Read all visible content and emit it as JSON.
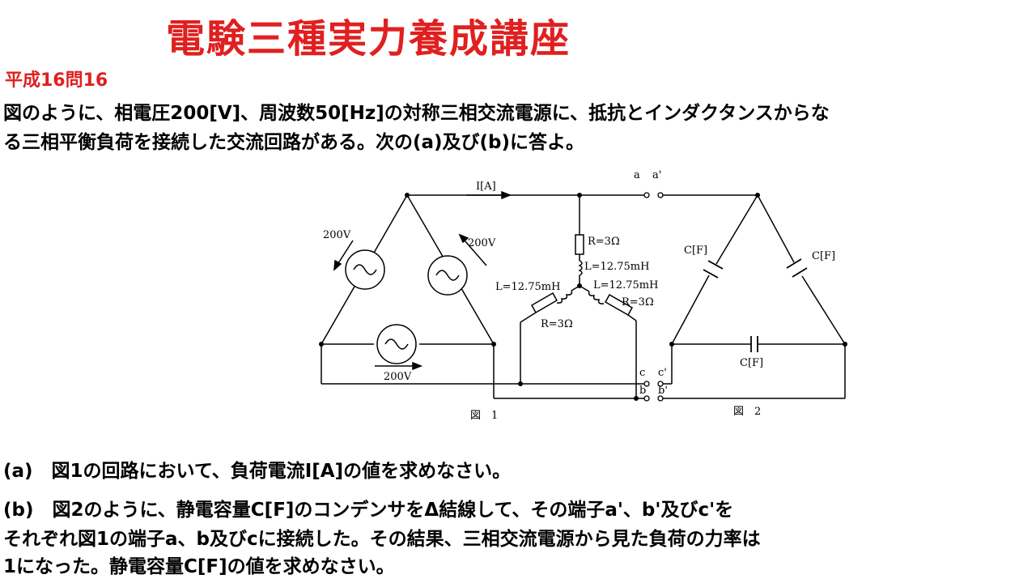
{
  "title": "電験三種実力養成講座",
  "question_id": "平成16問16",
  "problem": {
    "line1": " 図のように、相電圧200[V]、周波数50[Hz]の対称三相交流電源に、抵抗とインダクタンスからな",
    "line2": "る三相平衡負荷を接続した交流回路がある。次の(a)及び(b)に答よ。"
  },
  "diagram": {
    "current_label": "I[A]",
    "source_label_left": "200V",
    "source_label_right": "200V",
    "source_label_bottom": "200V",
    "resistor_top": "R=3Ω",
    "inductor_top": "L=12.75mH",
    "inductor_left": "L=12.75mH",
    "inductor_right": "L=12.75mH",
    "resistor_right": "R=3Ω",
    "resistor_left": "R=3Ω",
    "term_a": "a",
    "term_a2": "a'",
    "term_c": "c",
    "term_c2": "c'",
    "term_b": "b",
    "term_b2": "b'",
    "cap_left": "C[F]",
    "cap_right": "C[F]",
    "cap_bottom": "C[F]",
    "fig1_caption": "図　1",
    "fig2_caption": "図　2"
  },
  "questions": {
    "a": "(a)　図1の回路において、負荷電流I[A]の値を求めなさい。",
    "b1": "(b)　図2のように、静電容量C[F]のコンデンサをΔ結線して、その端子a'、b'及びc'を",
    "b2": "それぞれ図1の端子a、b及びcに接続した。その結果、三相交流電源から見た負荷の力率は",
    "b3": "1になった。静電容量C[F]の値を求めなさい。"
  }
}
